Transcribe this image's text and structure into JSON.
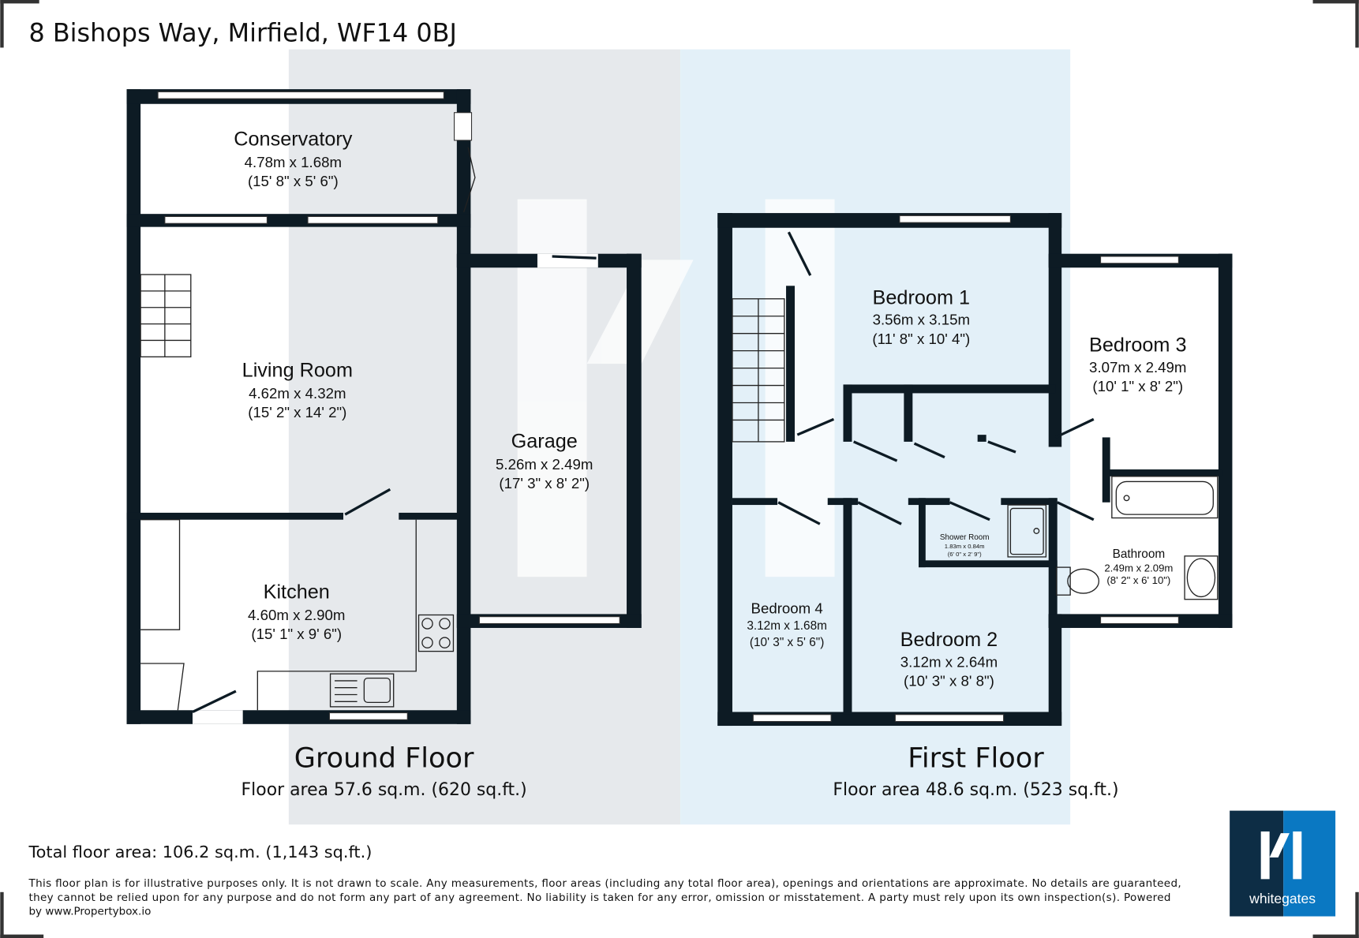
{
  "title": "8 Bishops Way, Mirfield, WF14 0BJ",
  "ground_floor": {
    "label": "Ground Floor",
    "area": "Floor area 57.6 sq.m. (620 sq.ft.)",
    "rooms": [
      {
        "name": "Conservatory",
        "metric": "4.78m x 1.68m",
        "imperial": "(15' 8\" x 5' 6\")"
      },
      {
        "name": "Living Room",
        "metric": "4.62m x 4.32m",
        "imperial": "(15' 2\" x 14' 2\")"
      },
      {
        "name": "Kitchen",
        "metric": "4.60m x 2.90m",
        "imperial": "(15' 1\" x 9' 6\")"
      },
      {
        "name": "Garage",
        "metric": "5.26m x 2.49m",
        "imperial": "(17' 3\" x 8' 2\")"
      }
    ]
  },
  "first_floor": {
    "label": "First Floor",
    "area": "Floor area 48.6 sq.m. (523 sq.ft.)",
    "rooms": [
      {
        "name": "Bedroom 1",
        "metric": "3.56m x 3.15m",
        "imperial": "(11' 8\" x 10' 4\")"
      },
      {
        "name": "Bedroom 3",
        "metric": "3.07m x 2.49m",
        "imperial": "(10' 1\" x 8' 2\")"
      },
      {
        "name": "Shower Room",
        "metric": "1.83m x 0.84m",
        "imperial": "(6' 0\" x 2' 9\")"
      },
      {
        "name": "Bathroom",
        "metric": "2.49m x 2.09m",
        "imperial": "(8' 2\" x 6' 10\")"
      },
      {
        "name": "Bedroom 4",
        "metric": "3.12m x 1.68m",
        "imperial": "(10' 3\" x 5' 6\")"
      },
      {
        "name": "Bedroom 2",
        "metric": "3.12m x 2.64m",
        "imperial": "(10' 3\" x 8' 8\")"
      }
    ]
  },
  "total_area": "Total floor area: 106.2 sq.m. (1,143 sq.ft.)",
  "disclaimer": [
    "This floor plan is for illustrative purposes only. It is not drawn to scale. Any measurements, floor areas (including any total floor area), openings and orientations are approximate. No details are guaranteed,",
    "they cannot be relied upon for any purpose and do not form any part of any agreement. No liability is taken for any error, omission or misstatement. A party must rely upon its own inspection(s). Powered",
    "by www.Propertybox.io"
  ],
  "brand": {
    "name": "whitegates",
    "dark": "#0d2d45",
    "blue": "#0a78c2"
  },
  "colors": {
    "wall": "#0d1b24",
    "panel_gray": "#e6e9ec",
    "panel_blue": "#e3f0f8"
  }
}
